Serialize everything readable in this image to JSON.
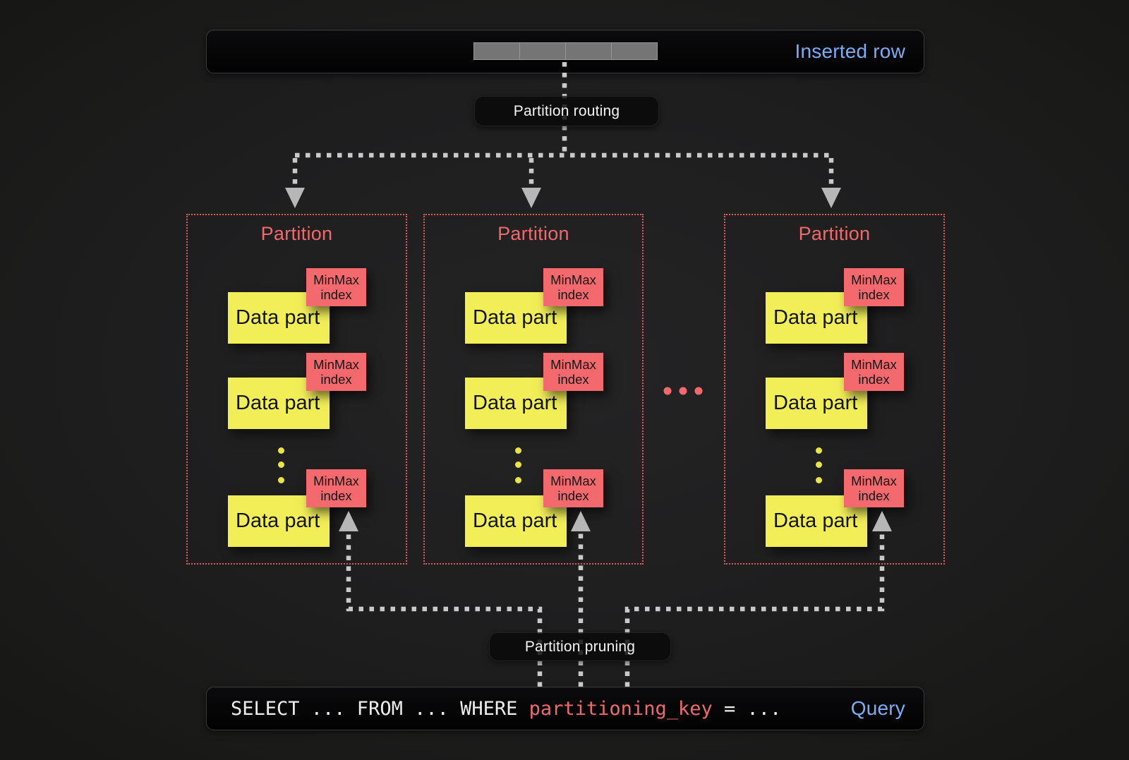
{
  "inserted_row_bar": {
    "label": "Inserted row",
    "segment_count": 4
  },
  "routing_label": "Partition routing",
  "pruning_label": "Partition pruning",
  "partitions": [
    {
      "title": "Partition",
      "parts": [
        {
          "data_part_label": "Data part",
          "minmax_label": "MinMax index"
        },
        {
          "data_part_label": "Data part",
          "minmax_label": "MinMax index"
        },
        {
          "data_part_label": "Data part",
          "minmax_label": "MinMax index"
        }
      ]
    },
    {
      "title": "Partition",
      "parts": [
        {
          "data_part_label": "Data part",
          "minmax_label": "MinMax index"
        },
        {
          "data_part_label": "Data part",
          "minmax_label": "MinMax index"
        },
        {
          "data_part_label": "Data part",
          "minmax_label": "MinMax index"
        }
      ]
    },
    {
      "title": "Partition",
      "parts": [
        {
          "data_part_label": "Data part",
          "minmax_label": "MinMax index"
        },
        {
          "data_part_label": "Data part",
          "minmax_label": "MinMax index"
        },
        {
          "data_part_label": "Data part",
          "minmax_label": "MinMax index"
        }
      ]
    }
  ],
  "query_bar": {
    "sql_prefix": "SELECT ... FROM ... WHERE ",
    "sql_key": "partitioning_key",
    "sql_suffix": " = ...",
    "label": "Query"
  },
  "colors": {
    "background": "#1e1e1f",
    "bar_background": "#050506",
    "accent_blue": "#7badf5",
    "accent_red": "#f4696d",
    "partition_border_red": "#dc595d",
    "data_part_yellow": "#f1ee58",
    "connector_gray": "#c9c9ca",
    "row_segment_gray": "#757576"
  }
}
